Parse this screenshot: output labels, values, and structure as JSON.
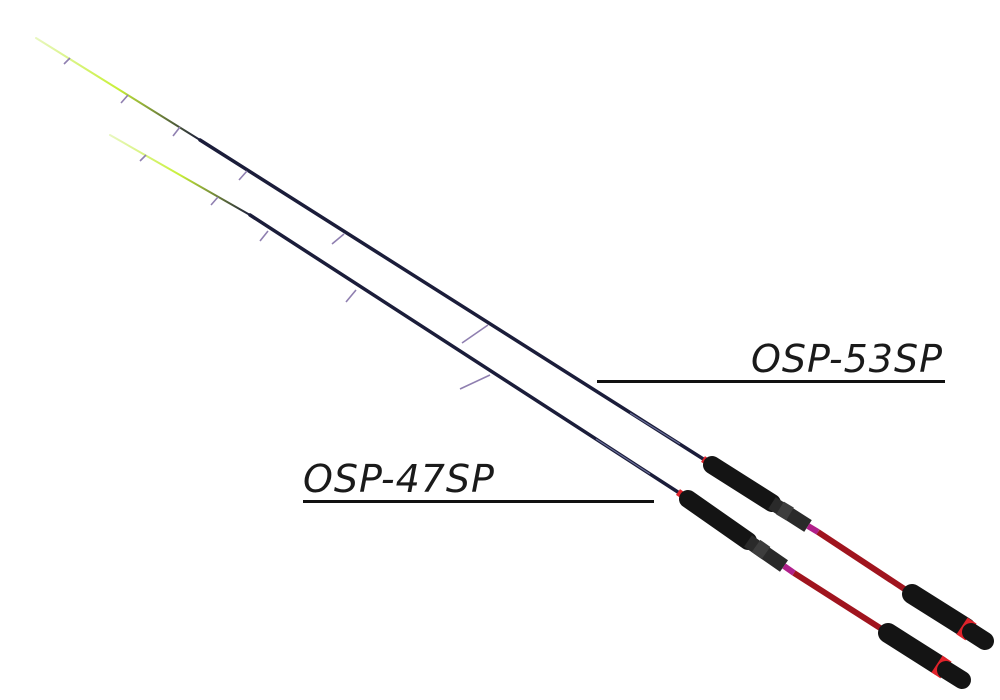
{
  "labels": {
    "rod_long": "OSP-53SP",
    "rod_short": "OSP-47SP"
  },
  "colors": {
    "blank": "#1b1d3a",
    "handle_blank": "#a0141e",
    "grip": "#141414",
    "tip": "#c8f038",
    "reel_seat_accent": "#b0208a",
    "guide": "#8f7fb0",
    "label": "#1a1a1a"
  },
  "icons": {
    "guide": "line-guide",
    "reel_seat": "reel-seat"
  }
}
